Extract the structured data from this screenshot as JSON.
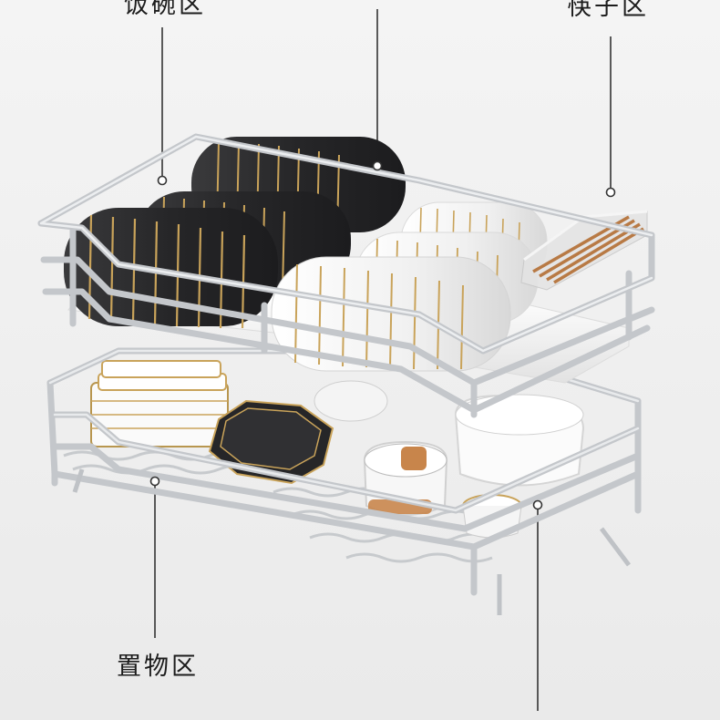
{
  "callouts": {
    "bowl_area": "饭碗区",
    "chopsticks_area": "筷子区",
    "storage_area": "置物区"
  },
  "colors": {
    "background": "#f1f1f1",
    "rack_metal": "#c9ccd0",
    "bowl_black": "#2b2b2d",
    "bowl_white": "#f7f7f7",
    "gold_rim": "#c9a35a",
    "chopstick_wood": "#b87a45"
  },
  "icons": [
    "callout-dot-icon"
  ]
}
